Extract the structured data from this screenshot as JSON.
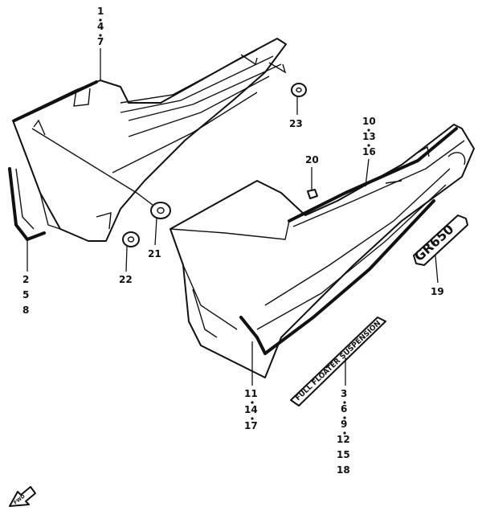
{
  "callouts": {
    "c1": [
      "1",
      "4",
      "7"
    ],
    "c2": [
      "2",
      "5",
      "8"
    ],
    "c3": [
      "3",
      "6",
      "9",
      "12",
      "15",
      "18"
    ],
    "c10": [
      "10",
      "13",
      "16"
    ],
    "c11": [
      "11",
      "14",
      "17"
    ],
    "c19": "19",
    "c20": "20",
    "c21": "21",
    "c22": "22",
    "c23": "23"
  },
  "emblems": {
    "model_badge": "GR650",
    "decal": "FULL FLOATER SUSPENSION"
  },
  "fwd_arrow": "FWD"
}
